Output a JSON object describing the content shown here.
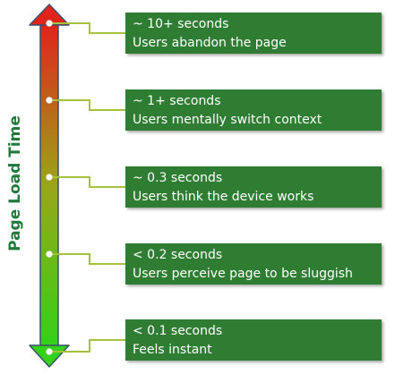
{
  "axis_title": "Page Load Time",
  "gradient": {
    "top_color": "#e0231b",
    "middle_color": "#9aa51a",
    "bottom_color": "#33d11a"
  },
  "connector_color": "#a4c23b",
  "box_color": "#2e7d32",
  "title_color": "#1f7a3c",
  "stages": [
    {
      "time": "~ 10+ seconds",
      "description": "Users abandon the page"
    },
    {
      "time": "~ 1+ seconds",
      "description": "Users mentally switch context"
    },
    {
      "time": "~ 0.3 seconds",
      "description": "Users think the device works"
    },
    {
      "time": "< 0.2 seconds",
      "description": "Users perceive page to be sluggish"
    },
    {
      "time": "< 0.1 seconds",
      "description": "Feels instant"
    }
  ]
}
